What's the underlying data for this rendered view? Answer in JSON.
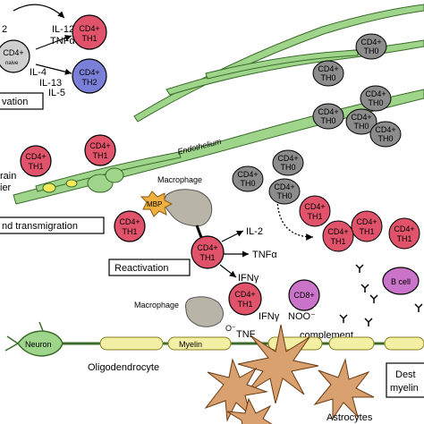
{
  "labels": {
    "activation_cytokines_1": "IL-12",
    "activation_cytokines_2": "TNFα",
    "activation_cytokines_3": "IL-4",
    "activation_cytokines_4": "IL-13",
    "activation_cytokines_5": "IL-5",
    "activation_partial_left": "2",
    "activation_box": "vation",
    "endothelium": "Endothelium",
    "brain_barrier_1": "rain",
    "brain_barrier_2": "ier",
    "transmigration_box": "nd transmigration",
    "macrophage_top": "Macrophage",
    "mbp": "MBP",
    "reactivation_box": "Reactivation",
    "il2": "IL-2",
    "tnfa_react": "TNFα",
    "ifng_react": "IFNγ",
    "macrophage_bottom": "Macrophage",
    "cd8": "CD8+",
    "ifng_bottom": "IFNγ",
    "noo": "NOO⁻",
    "tnf_bottom": "TNF",
    "o_minus": "O⁻",
    "complement": "complement",
    "b_cell": "B cell",
    "neuron": "Neuron",
    "myelin": "Myelin",
    "oligodendrocyte": "Oligodendrocyte",
    "astrocytes": "Astrocytes",
    "dest_1": "Dest",
    "dest_2": "myelin"
  },
  "cells": {
    "cd4": "CD4+",
    "th1": "TH1",
    "th2": "TH2",
    "th0": "TH0",
    "naive": "naive"
  },
  "colors": {
    "th1": "#e0536b",
    "th2": "#7a80d8",
    "th0": "#8c8c8c",
    "cd8": "#c973c9",
    "bcell": "#c973c9",
    "endothelium": "#9ed58a",
    "myelin": "#f3f0a6",
    "astrocyte": "#d9a070",
    "macrophage": "#b8b4a8"
  }
}
